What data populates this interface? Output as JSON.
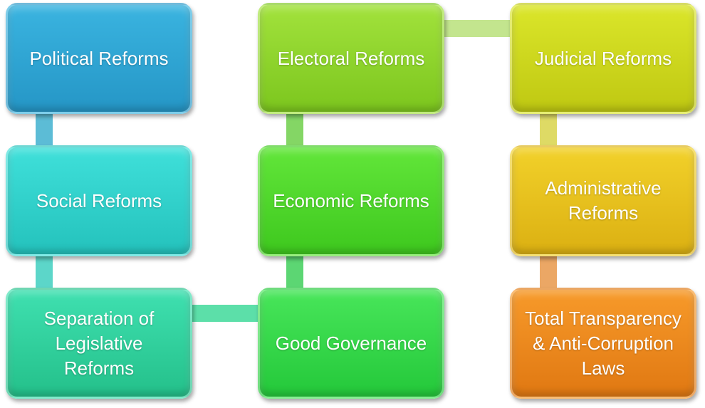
{
  "boxes": {
    "political": "Political Reforms",
    "social": "Social Reforms",
    "separation": "Separation of\nLegislative\nReforms",
    "electoral": "Electoral Reforms",
    "economic": "Economic Reforms",
    "good_governance": "Good Governance",
    "judicial": "Judicial Reforms",
    "administrative": "Administrative\nReforms",
    "transparency": "Total Transparency\n& Anti-Corruption\nLaws"
  },
  "colors": {
    "political": "#2a9fd0",
    "social": "#2bd0c8",
    "separation": "#2bd09a",
    "electoral": "#8fd62a",
    "economic": "#4fd92a",
    "good_governance": "#33d94a",
    "judicial": "#c8d91a",
    "administrative": "#e6c31a",
    "transparency": "#f08a1a"
  }
}
